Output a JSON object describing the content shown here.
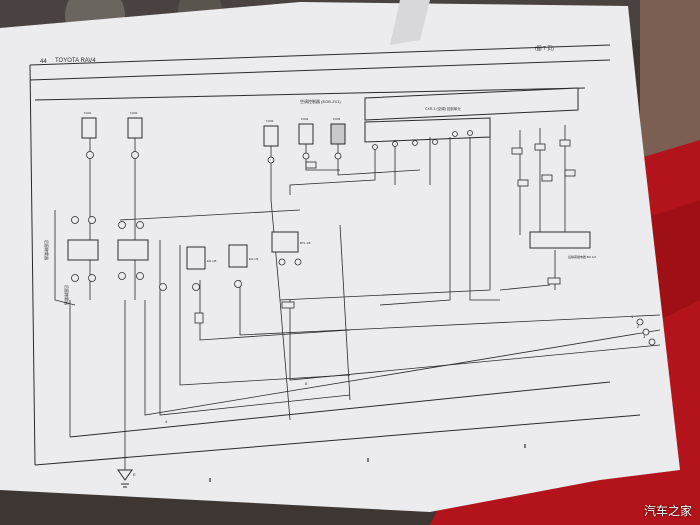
{
  "sheet": {
    "header_left": "44",
    "header_title": "TOYOTA RAV4",
    "header_right": "(图 7 页)",
    "band_label": "空调控制器 (EOB-ZX1)",
    "module_label": "CXR-3 (空调) 控制单元",
    "module_label2": "后除雾继电器 BU 1/2",
    "fuse_labels": [
      "FU01",
      "FU02",
      "FU03",
      "FU04",
      "FU05"
    ],
    "relay_labels": [
      "EG 1/8",
      "EG 1/9",
      "BTL 1/8"
    ],
    "side_label_left": "后窗除雾器",
    "side_label_bottom": "后窗除雾器",
    "out_labels": [
      "1",
      "2",
      "3"
    ],
    "ground_label": "E",
    "page_number_left": "4",
    "page_number_right": "8"
  },
  "photo": {
    "watermark": "汽车之家",
    "colors": {
      "paper": "#ecebec",
      "ink": "#2b2b2e",
      "red_fabric": "#b3141b",
      "dark_bg": "#3a3330",
      "wood": "#8a6a58"
    }
  }
}
